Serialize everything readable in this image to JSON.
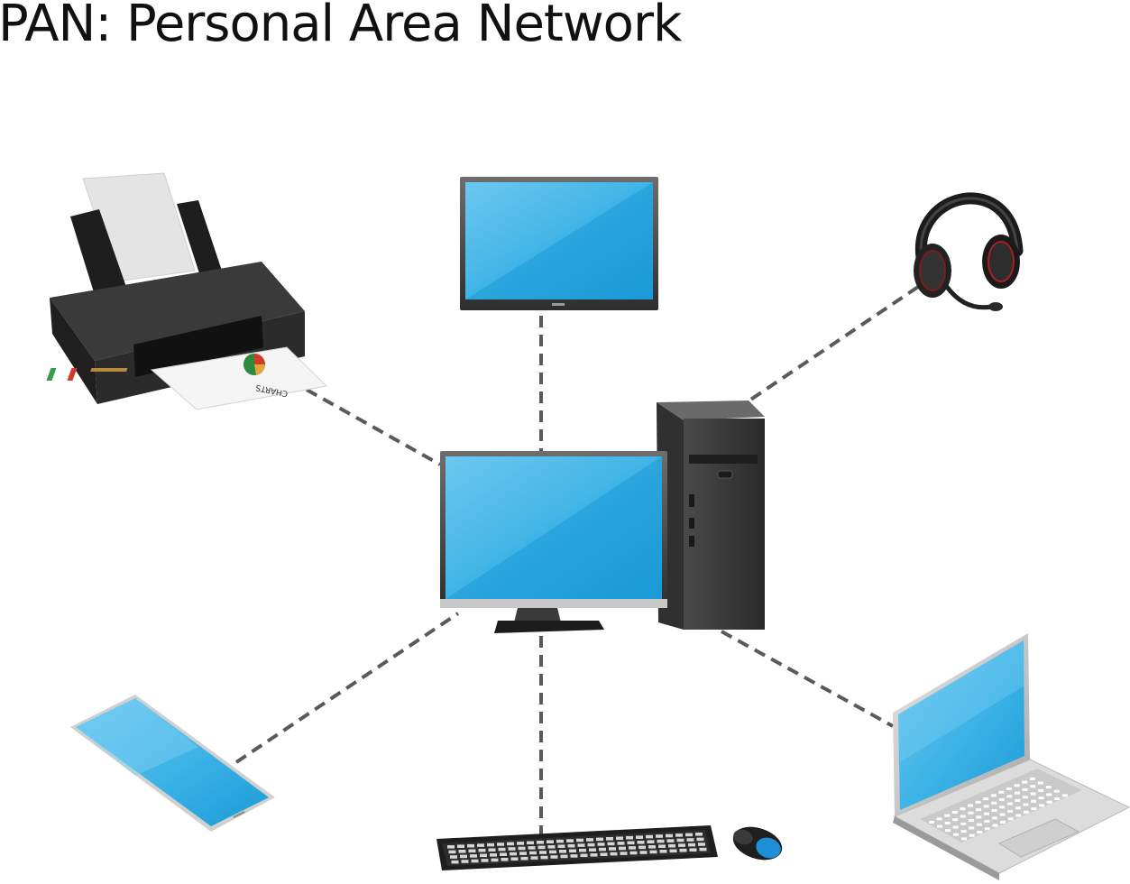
{
  "title": "PAN: Personal Area Network",
  "hub": {
    "name": "Desktop computer",
    "icon": "desktop-computer-icon"
  },
  "devices": [
    {
      "id": "printer",
      "icon": "printer-icon",
      "paper_label": "CHARTS"
    },
    {
      "id": "monitor",
      "icon": "monitor-icon"
    },
    {
      "id": "headset",
      "icon": "headset-icon"
    },
    {
      "id": "smartphone",
      "icon": "smartphone-icon"
    },
    {
      "id": "keyboard-mouse",
      "icon": "keyboard-mouse-icon"
    },
    {
      "id": "laptop",
      "icon": "laptop-icon"
    }
  ],
  "colors": {
    "screen_light": "#5dc1ec",
    "screen_dark": "#1fa2dc",
    "device_dark": "#2d2d2d",
    "link": "#5a5a5a"
  }
}
